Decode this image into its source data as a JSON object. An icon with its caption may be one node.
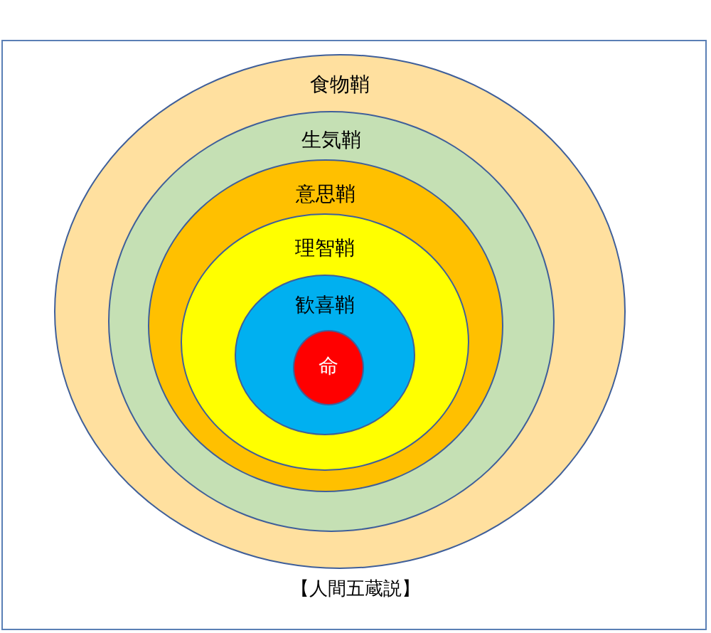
{
  "diagram": {
    "caption": "【人間五蔵説】",
    "nodes": [
      {
        "text": [
          "食物鞘"
        ]
      },
      {
        "text": [
          "生気鞘"
        ],
        "in": 0
      },
      {
        "text": [
          "意思鞘"
        ],
        "in": 1
      },
      {
        "text": [
          "理智鞘"
        ],
        "in": 2
      },
      {
        "text": [
          "歓喜鞘"
        ],
        "in": 3
      },
      {
        "text": [
          "命"
        ],
        "in": 4
      }
    ]
  }
}
